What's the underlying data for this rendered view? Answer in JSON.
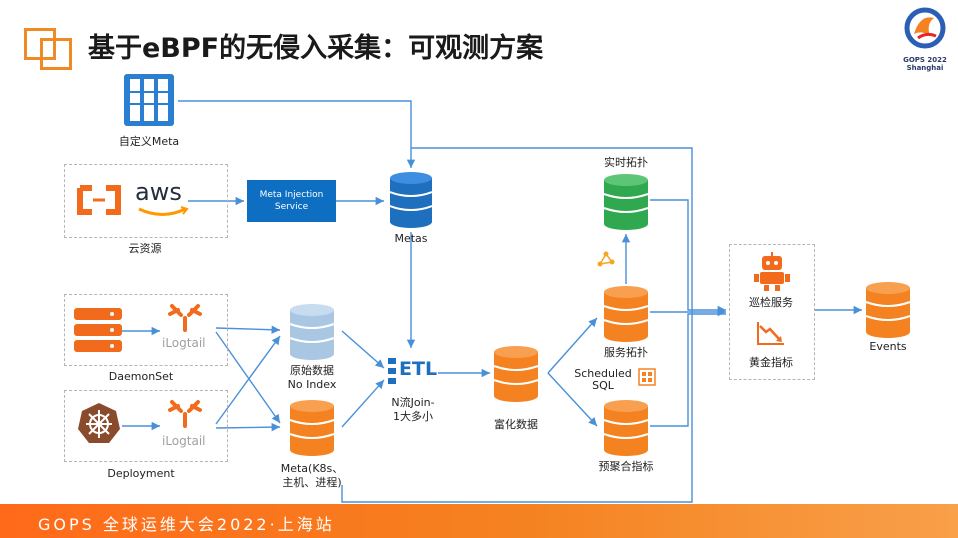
{
  "header": {
    "title": "基于eBPF的无侵入采集：可观测方案"
  },
  "brand": {
    "event_line1": "GOPS 2022",
    "event_line2": "Shanghai"
  },
  "footer": {
    "text": "GOPS 全球运维大会2022·上海站"
  },
  "nodes": {
    "custom_meta": "自定义Meta",
    "cloud_source": "云资源",
    "aws": "aws",
    "meta_injection": "Meta Injection Service",
    "metas": "Metas",
    "daemonset": "DaemonSet",
    "deployment": "Deployment",
    "ilogtail_1": "iLogtail",
    "ilogtail_2": "iLogtail",
    "raw_data_1": "原始数据",
    "raw_data_2": "No Index",
    "meta_k8s_1": "Meta(K8s、",
    "meta_k8s_2": "主机、进程)",
    "etl_1": "N流Join-",
    "etl_2": "1大多小",
    "etl_icon_text": "ETL",
    "enriched": "富化数据",
    "realtime_topo": "实时拓扑",
    "service_topo": "服务拓扑",
    "scheduled_1": "Scheduled",
    "scheduled_2": "SQL",
    "preagg": "预聚合指标",
    "inspection": "巡检服务",
    "golden": "黄金指标",
    "events": "Events"
  },
  "colors": {
    "orange": "#f58220",
    "green": "#2fa84f",
    "blue": "#1f7bc8",
    "arrow": "#4a90d9"
  }
}
